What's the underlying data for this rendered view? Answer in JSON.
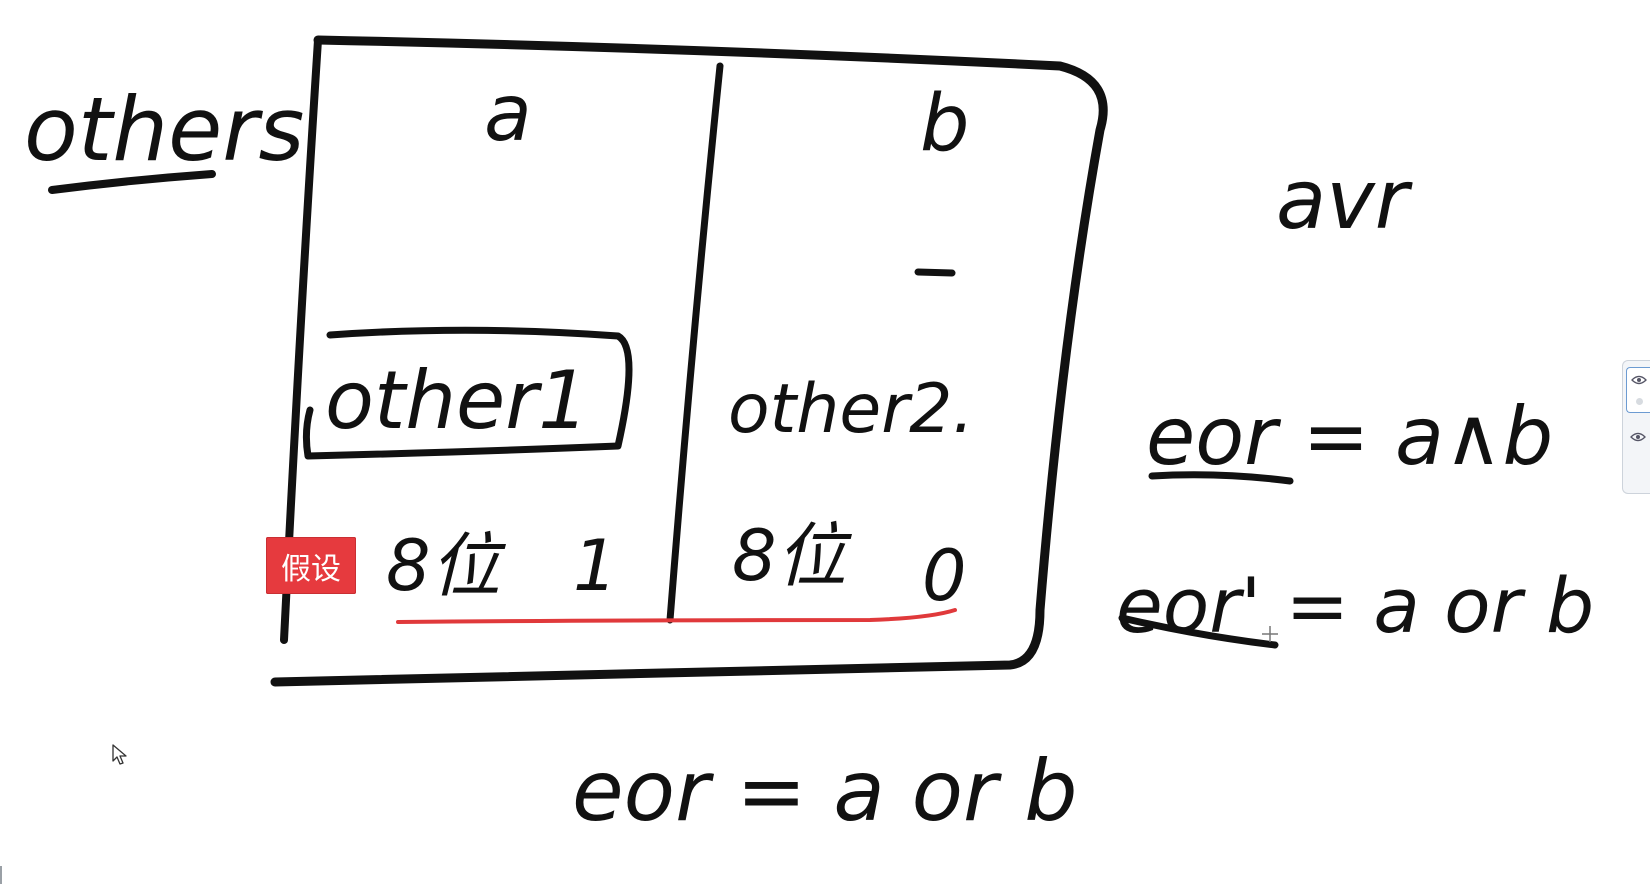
{
  "whiteboard": {
    "label_others": "others",
    "col_a": "a",
    "col_b": "b",
    "other1": "other1",
    "other2": "other2.",
    "bit_left_label": "8位",
    "bit_left_value": "1",
    "bit_right_label": "8位",
    "bit_right_value": "0",
    "bottom_formula": "eor = a or b",
    "side_note": "avr",
    "formula_and": "eor = a∧b",
    "formula_prime": "eor' = a or b"
  },
  "tag": {
    "label": "假设",
    "color": "#e63a3e"
  },
  "colors": {
    "ink": "#111111",
    "underline_red": "#e0393b"
  },
  "icons": {
    "cursor": "arrow-cursor-icon",
    "layer_eye": "eye-icon",
    "crosshair": "crosshair-icon"
  }
}
